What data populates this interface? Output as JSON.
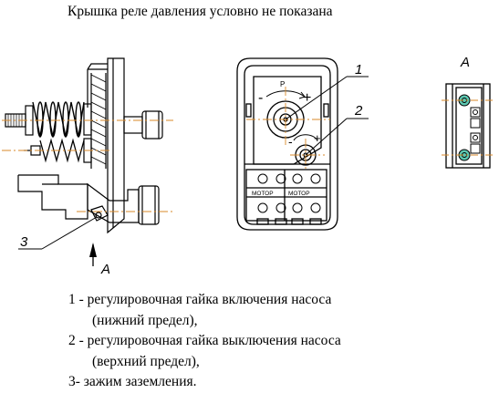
{
  "title": "Крышка реле давления условно не показана",
  "labels": {
    "callout_1": "1",
    "callout_2": "2",
    "callout_3": "3",
    "view_arrow": "A",
    "view_title": "A",
    "pole_p": "P",
    "minus_1": "-",
    "plus_1": "+",
    "minus_2": "-",
    "plus_2": "+",
    "terminal_left": "МОТОР",
    "terminal_right": "МОТОР"
  },
  "legend": {
    "item1_line1": "1 - регулировочная гайка включения насоса",
    "item1_line2": "(нижний предел),",
    "item2_line1": "2 - регулировочная гайка выключения насоса",
    "item2_line2": "(верхний предел),",
    "item3": "3-  зажим заземления."
  }
}
